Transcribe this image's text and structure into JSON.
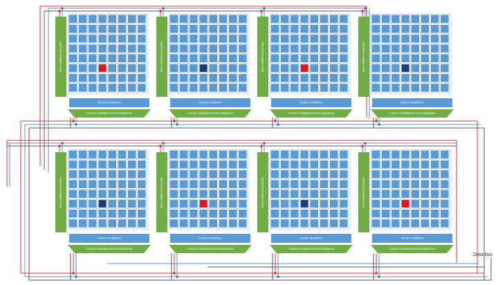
{
  "labels": {
    "row_decoder": "Row Address Decoder",
    "sense_amp": "Sense Amplifiers",
    "column_mux": "Column Multiplexer/Demultiplexer",
    "data_bus": "Data bus"
  },
  "grid": {
    "rows": 8,
    "cols": 8
  },
  "banks": [
    {
      "highlight": {
        "row": 5,
        "col": 3,
        "color": "#e8141b"
      }
    },
    {
      "highlight": {
        "row": 5,
        "col": 3,
        "color": "#1f3a78"
      }
    },
    {
      "highlight": {
        "row": 5,
        "col": 3,
        "color": "#e8141b"
      }
    },
    {
      "highlight": {
        "row": 5,
        "col": 3,
        "color": "#1f3a78"
      }
    },
    {
      "highlight": {
        "row": 5,
        "col": 3,
        "color": "#1f3a78"
      }
    },
    {
      "highlight": {
        "row": 5,
        "col": 3,
        "color": "#e8141b"
      }
    },
    {
      "highlight": {
        "row": 5,
        "col": 3,
        "color": "#1f3a78"
      }
    },
    {
      "highlight": {
        "row": 5,
        "col": 3,
        "color": "#e8141b"
      }
    }
  ],
  "colors": {
    "cell": "#5b9bd5",
    "cell_border": "#4a86c0",
    "decoder": "#70ad47",
    "sense": "#5b9bd5",
    "mux": "#70ad47",
    "wire_red": "#d9363e",
    "wire_blue": "#5a8fd6",
    "wire_dark": "#555555",
    "node_red": "#e0262f",
    "node_blue": "#2f6fc9"
  }
}
